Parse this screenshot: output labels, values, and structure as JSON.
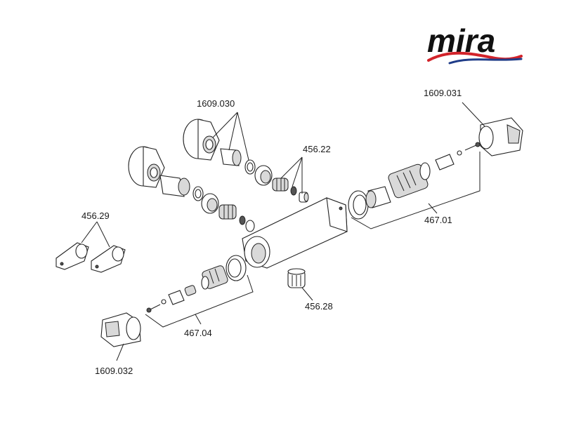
{
  "brand": {
    "logo_text": "mira",
    "wave_colors": [
      "#d2232a",
      "#1f3c88"
    ]
  },
  "part_numbers": {
    "p1609_030": "1609.030",
    "p1609_031": "1609.031",
    "p1609_032": "1609.032",
    "p456_22": "456.22",
    "p456_28": "456.28",
    "p456_29": "456.29",
    "p467_01": "467.01",
    "p467_04": "467.04"
  }
}
